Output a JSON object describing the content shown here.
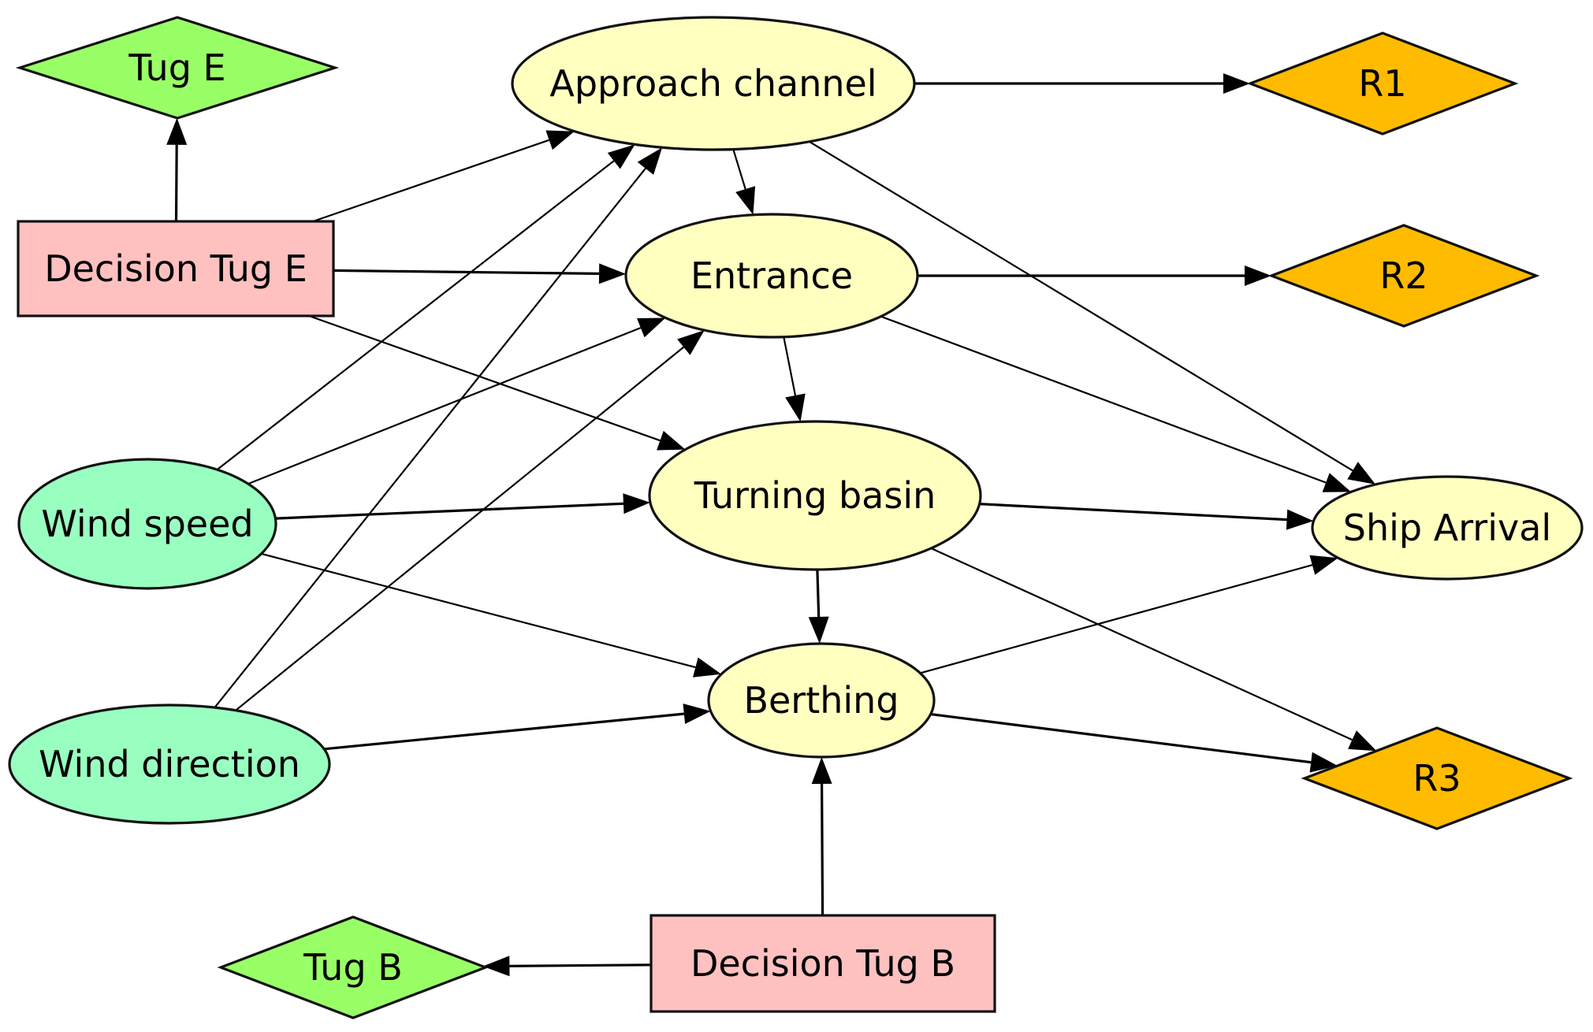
{
  "colors": {
    "decision": "#ffc0c0",
    "utility": "#ffbb00",
    "chance_yellow": "#ffffc0",
    "chance_green": "#98ffc0",
    "tug_green": "#99ff66",
    "stroke": "#111111"
  },
  "nodes": [
    {
      "id": "tug_e",
      "label": "Tug E",
      "kind": "diamond",
      "color": "tug_green"
    },
    {
      "id": "decision_tug_e",
      "label": "Decision Tug E",
      "kind": "rect",
      "color": "decision"
    },
    {
      "id": "approach_channel",
      "label": "Approach channel",
      "kind": "ellipse",
      "color": "chance_yellow"
    },
    {
      "id": "r1",
      "label": "R1",
      "kind": "diamond",
      "color": "utility"
    },
    {
      "id": "entrance",
      "label": "Entrance",
      "kind": "ellipse",
      "color": "chance_yellow"
    },
    {
      "id": "r2",
      "label": "R2",
      "kind": "diamond",
      "color": "utility"
    },
    {
      "id": "turning_basin",
      "label": "Turning basin",
      "kind": "ellipse",
      "color": "chance_yellow"
    },
    {
      "id": "ship_arrival",
      "label": "Ship Arrival",
      "kind": "ellipse",
      "color": "chance_yellow"
    },
    {
      "id": "wind_speed",
      "label": "Wind speed",
      "kind": "ellipse",
      "color": "chance_green"
    },
    {
      "id": "berthing",
      "label": "Berthing",
      "kind": "ellipse",
      "color": "chance_yellow"
    },
    {
      "id": "wind_direction",
      "label": "Wind direction",
      "kind": "ellipse",
      "color": "chance_green"
    },
    {
      "id": "r3",
      "label": "R3",
      "kind": "diamond",
      "color": "utility"
    },
    {
      "id": "tug_b",
      "label": "Tug B",
      "kind": "diamond",
      "color": "tug_green"
    },
    {
      "id": "decision_tug_b",
      "label": "Decision Tug B",
      "kind": "rect",
      "color": "decision"
    }
  ],
  "edges": [
    {
      "from": "decision_tug_e",
      "to": "tug_e"
    },
    {
      "from": "decision_tug_e",
      "to": "approach_channel"
    },
    {
      "from": "decision_tug_e",
      "to": "entrance"
    },
    {
      "from": "decision_tug_e",
      "to": "turning_basin"
    },
    {
      "from": "wind_speed",
      "to": "approach_channel"
    },
    {
      "from": "wind_speed",
      "to": "entrance"
    },
    {
      "from": "wind_speed",
      "to": "turning_basin"
    },
    {
      "from": "wind_speed",
      "to": "berthing"
    },
    {
      "from": "wind_direction",
      "to": "approach_channel"
    },
    {
      "from": "wind_direction",
      "to": "entrance"
    },
    {
      "from": "wind_direction",
      "to": "berthing"
    },
    {
      "from": "approach_channel",
      "to": "r1"
    },
    {
      "from": "approach_channel",
      "to": "entrance"
    },
    {
      "from": "approach_channel",
      "to": "ship_arrival"
    },
    {
      "from": "entrance",
      "to": "r2"
    },
    {
      "from": "entrance",
      "to": "turning_basin"
    },
    {
      "from": "entrance",
      "to": "ship_arrival"
    },
    {
      "from": "turning_basin",
      "to": "ship_arrival"
    },
    {
      "from": "turning_basin",
      "to": "berthing"
    },
    {
      "from": "turning_basin",
      "to": "r3"
    },
    {
      "from": "berthing",
      "to": "ship_arrival"
    },
    {
      "from": "berthing",
      "to": "r3"
    },
    {
      "from": "decision_tug_b",
      "to": "berthing"
    },
    {
      "from": "decision_tug_b",
      "to": "tug_b"
    }
  ]
}
